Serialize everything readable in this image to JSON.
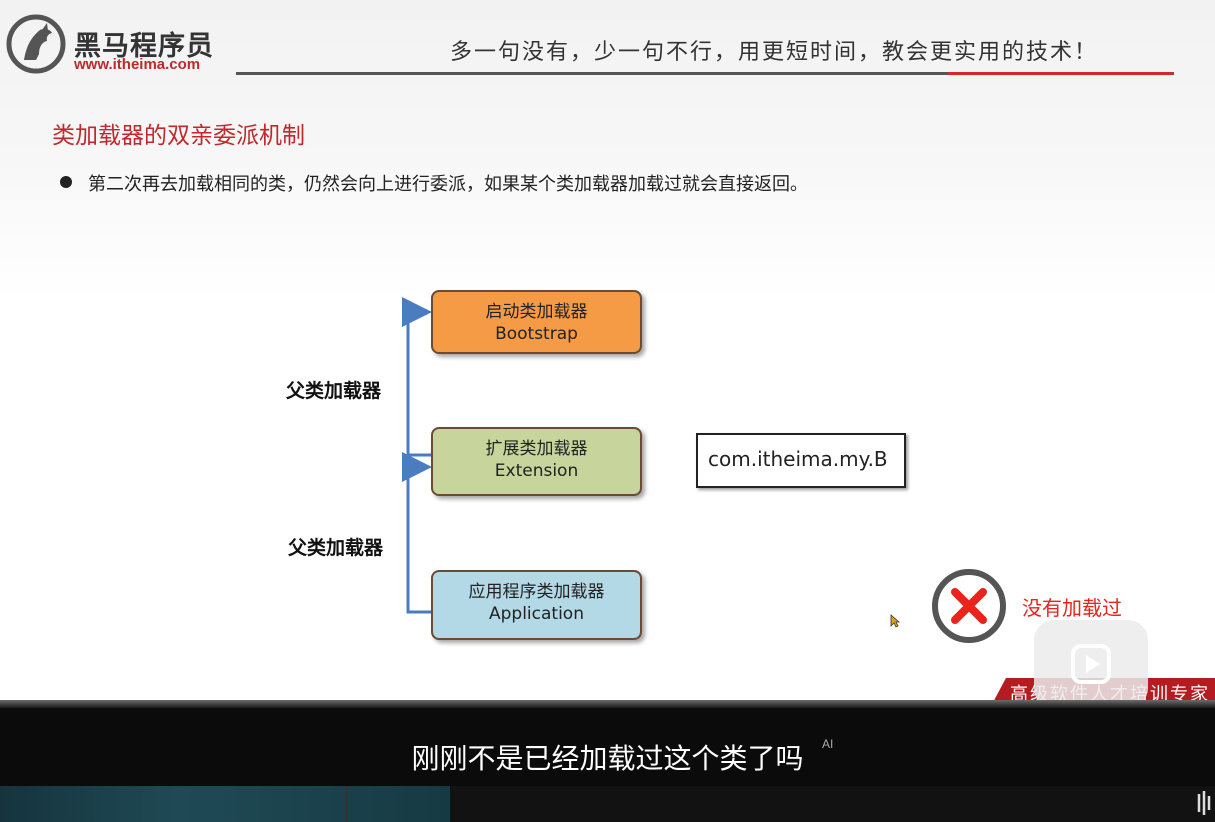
{
  "header": {
    "brand_name": "黑马程序员",
    "brand_url": "www.itheima.com",
    "slogan": "多一句没有，少一句不行，用更短时间，教会更实用的技术！"
  },
  "slide": {
    "title": "类加载器的双亲委派机制",
    "bullet": "第二次再去加载相同的类，仍然会向上进行委派，如果某个类加载器加载过就会直接返回。"
  },
  "diagram": {
    "boxes": [
      {
        "name_cn": "启动类加载器",
        "name_en": "Bootstrap"
      },
      {
        "name_cn": "扩展类加载器",
        "name_en": "Extension"
      },
      {
        "name_cn": "应用程序类加载器",
        "name_en": "Application"
      }
    ],
    "parent_labels": [
      "父类加载器",
      "父类加载器"
    ],
    "class_name": "com.itheima.my.B",
    "status_text": "没有加载过"
  },
  "footer": {
    "strip_text": "高级软件人才培训专家"
  },
  "player": {
    "subtitle": "刚刚不是已经加载过这个类了吗",
    "ai_badge": "AI",
    "progress_fraction": 0.37
  },
  "colors": {
    "brand_red": "#c0282d",
    "bootstrap_fill": "#f59b46",
    "extension_fill": "#c7d59c",
    "application_fill": "#b3d8e6",
    "error_red": "#e8241c"
  }
}
